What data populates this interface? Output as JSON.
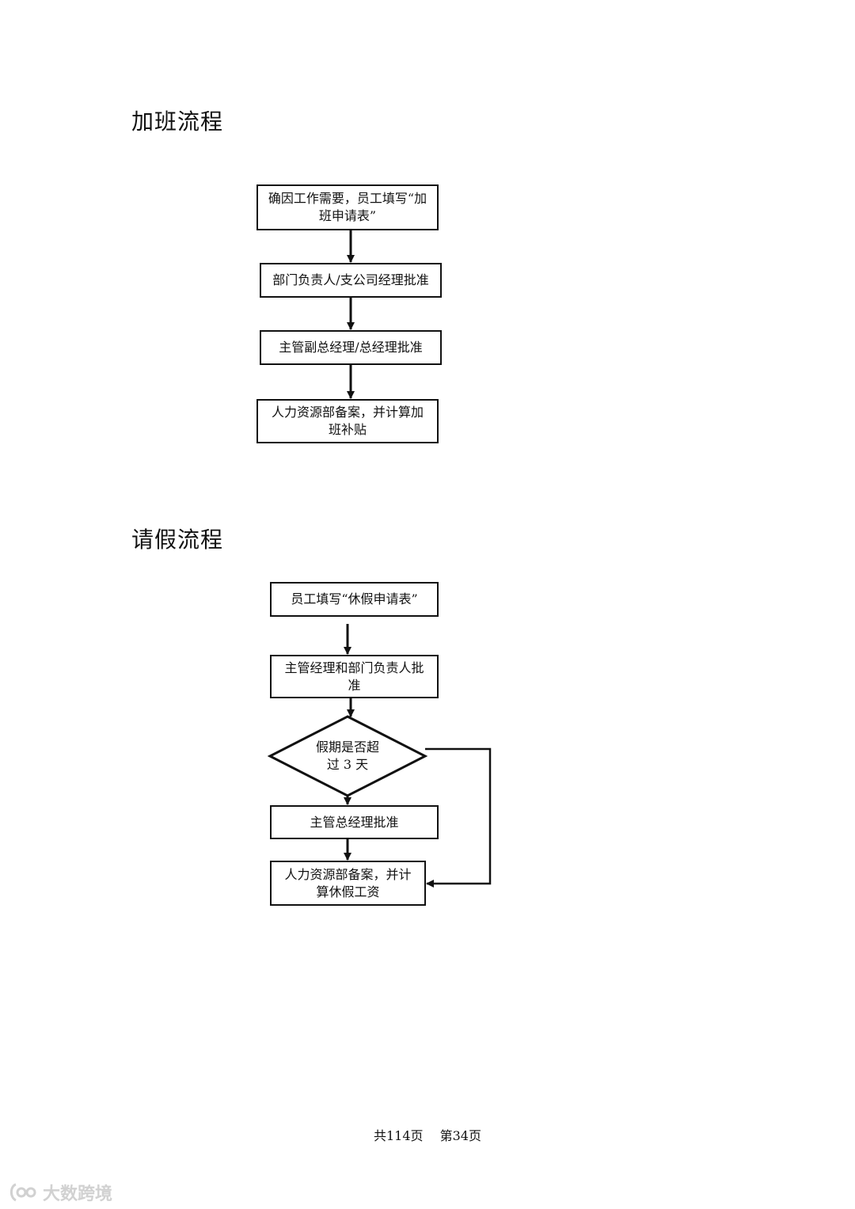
{
  "overtime": {
    "title": "加班流程",
    "steps": [
      "确因工作需要，员工填写“加班申请表”",
      "部门负责人/支公司经理批准",
      "主管副总经理/总经理批准",
      "人力资源部备案，并计算加班补贴"
    ]
  },
  "leave": {
    "title": "请假流程",
    "steps": [
      "员工填写“休假申请表”",
      "主管经理和部门负责人批准"
    ],
    "decision": "假期是否超过 3 天",
    "step_gm": "主管总经理批准",
    "step_final": "人力资源部备案，并计算休假工资"
  },
  "footer": {
    "total": "共114页",
    "current": "第34页"
  },
  "watermark": {
    "text": "大数跨境"
  }
}
